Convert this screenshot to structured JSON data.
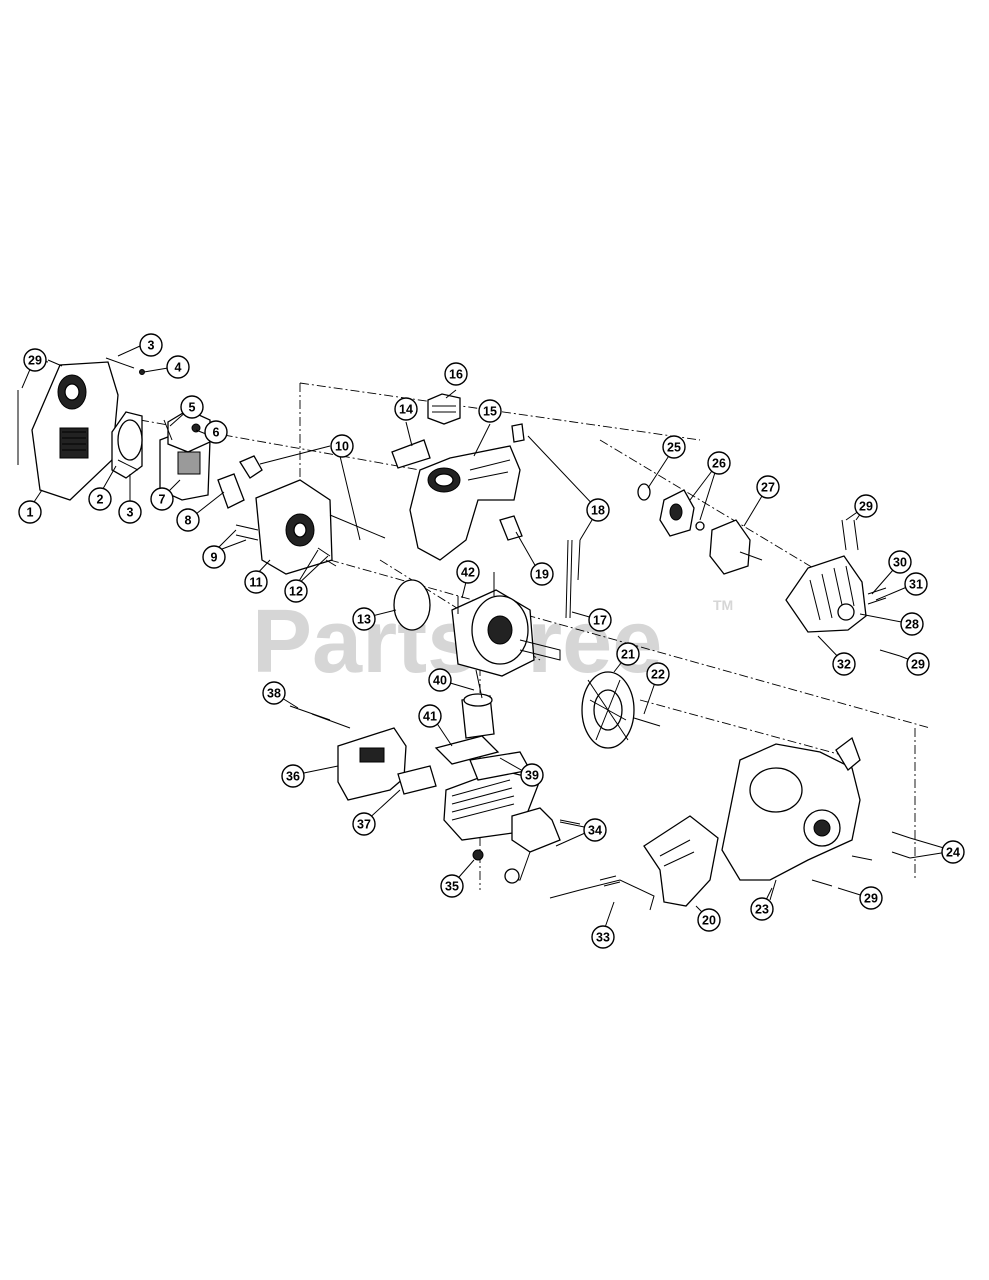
{
  "watermark": {
    "text": "PartsTree",
    "tm": "TM"
  },
  "callouts": [
    "29",
    "3",
    "4",
    "1",
    "2",
    "3",
    "5",
    "6",
    "7",
    "8",
    "9",
    "10",
    "11",
    "12",
    "13",
    "14",
    "16",
    "15",
    "18",
    "19",
    "17",
    "42",
    "40",
    "41",
    "39",
    "38",
    "36",
    "37",
    "35",
    "34",
    "33",
    "20",
    "21",
    "22",
    "25",
    "26",
    "27",
    "29",
    "30",
    "31",
    "28",
    "32",
    "29",
    "24",
    "23",
    "29"
  ]
}
